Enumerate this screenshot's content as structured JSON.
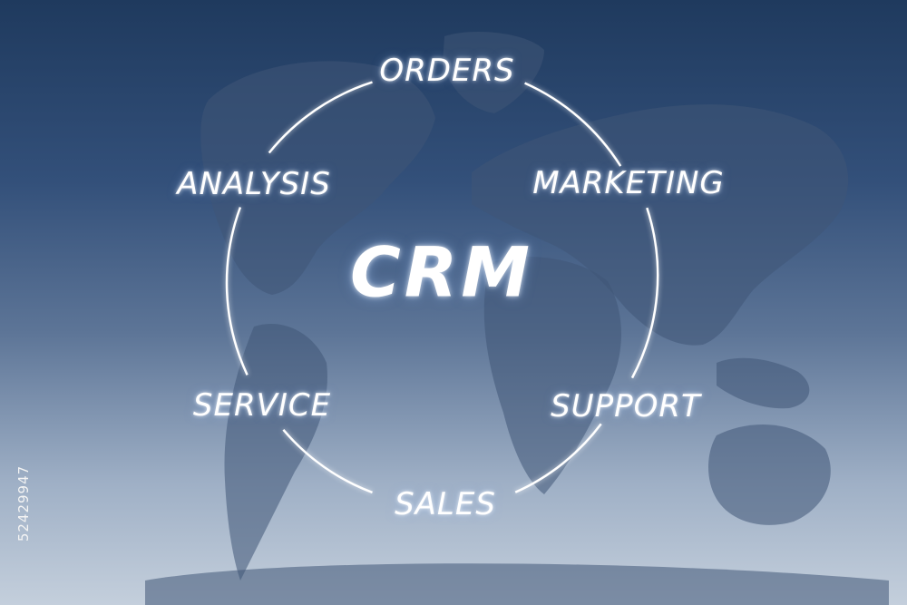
{
  "diagram": {
    "center_label": "CRM",
    "nodes": [
      {
        "id": "orders",
        "label": "ORDERS"
      },
      {
        "id": "marketing",
        "label": "MARKETING"
      },
      {
        "id": "support",
        "label": "SUPPORT"
      },
      {
        "id": "sales",
        "label": "SALES"
      },
      {
        "id": "service",
        "label": "SERVICE"
      },
      {
        "id": "analysis",
        "label": "ANALYSIS"
      }
    ]
  },
  "watermark": {
    "stock_id": "52429947"
  },
  "colors": {
    "background_top": "#1f3a5e",
    "background_bottom": "#c4cfdc",
    "text": "#ffffff"
  }
}
